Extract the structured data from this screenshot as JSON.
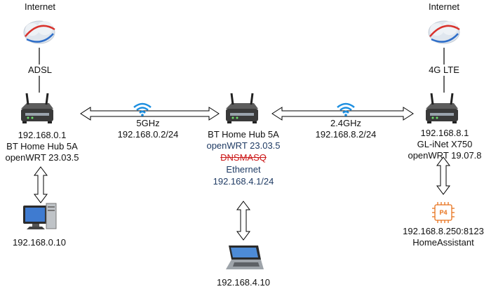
{
  "left": {
    "internet": "Internet",
    "link": "ADSL",
    "ip": "192.168.0.1",
    "model": "BT Home Hub 5A",
    "firmware": "openWRT 23.03.5",
    "pc_ip": "192.168.0.10"
  },
  "center": {
    "model": "BT Home Hub 5A",
    "firmware": "openWRT 23.03.5",
    "disabled": "DNSMASQ",
    "link": "Ethernet",
    "subnet": "192.168.4.1/24",
    "laptop_ip": "192.168.4.10"
  },
  "right": {
    "internet": "Internet",
    "link": "4G LTE",
    "ip": "192.168.8.1",
    "model": "GL-iNet X750",
    "firmware": "openWRT 19.07.8",
    "device_label": "P4",
    "ha_addr": "192.168.8.250:8123",
    "ha_name": "HomeAssistant"
  },
  "links": {
    "left_band": "5GHz",
    "left_ip": "192.168.0.2/24",
    "right_band": "2.4GHz",
    "right_ip": "192.168.8.2/24"
  },
  "colors": {
    "wifi": "#1d8fe0",
    "strike": "#cc1a1a",
    "chip": "#e8721c",
    "text_blue": "#1f3b64"
  }
}
